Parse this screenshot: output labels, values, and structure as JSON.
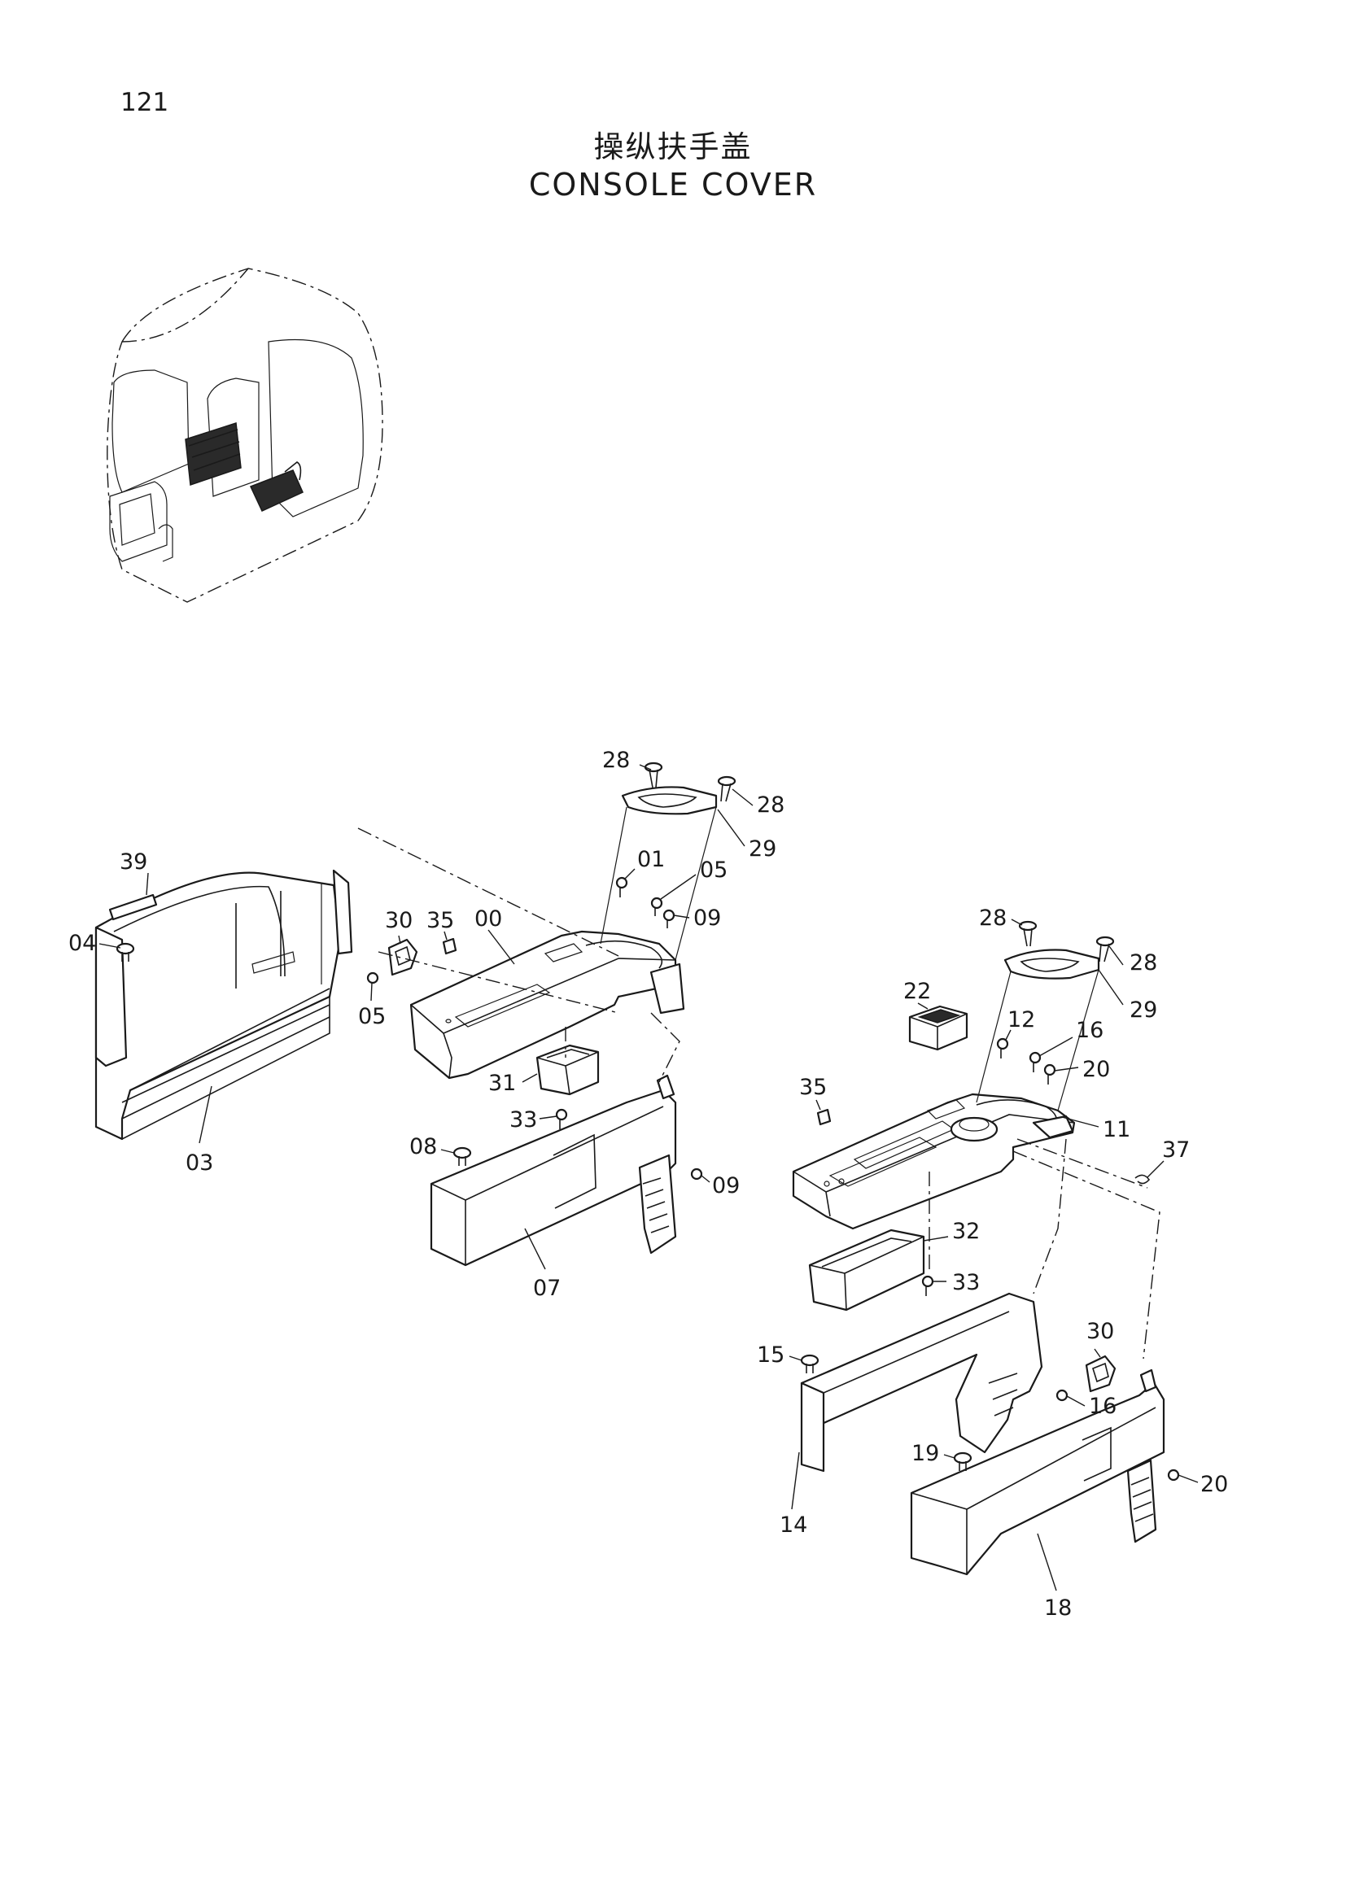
{
  "page": {
    "number": "121",
    "title_cn": "操纵扶手盖",
    "title_en": "CONSOLE COVER"
  },
  "callouts": {
    "c39": "39",
    "c04": "04",
    "c03": "03",
    "c30a": "30",
    "c05a": "05",
    "c35a": "35",
    "c00": "00",
    "c28a": "28",
    "c28b": "28",
    "c29a": "29",
    "c01": "01",
    "c05b": "05",
    "c09a": "09",
    "c31": "31",
    "c33a": "33",
    "c08": "08",
    "c09b": "09",
    "c07": "07",
    "c28c": "28",
    "c28d": "28",
    "c29b": "29",
    "c22": "22",
    "c12": "12",
    "c16a": "16",
    "c20a": "20",
    "c35b": "35",
    "c11": "11",
    "c37": "37",
    "c32": "32",
    "c33b": "33",
    "c30b": "30",
    "c15": "15",
    "c16b": "16",
    "c19": "19",
    "c20b": "20",
    "c14": "14",
    "c18": "18"
  }
}
